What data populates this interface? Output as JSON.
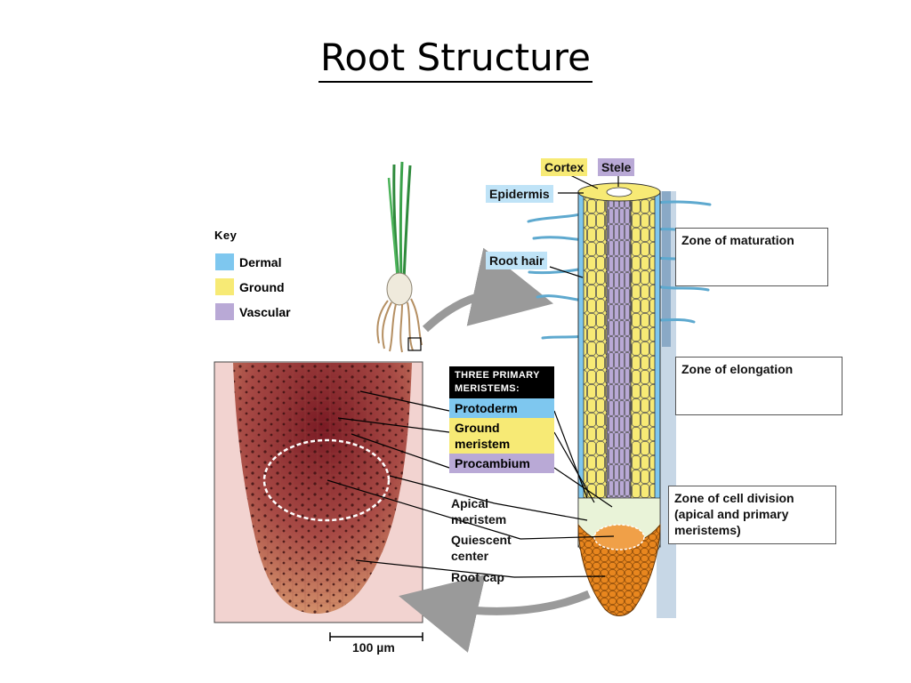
{
  "title": "Root Structure",
  "key": {
    "title": "Key",
    "items": [
      {
        "label": "Dermal",
        "color": "#7ec7ef"
      },
      {
        "label": "Ground",
        "color": "#f7ea75"
      },
      {
        "label": "Vascular",
        "color": "#b9a9d6"
      }
    ]
  },
  "labels": {
    "cortex": "Cortex",
    "stele": "Stele",
    "epidermis": "Epidermis",
    "root_hair": "Root hair",
    "apical_meristem_1": "Apical",
    "apical_meristem_2": "meristem",
    "quiescent_1": "Quiescent",
    "quiescent_2": "center",
    "root_cap": "Root cap",
    "scale_bar": "100 µm"
  },
  "meristems": {
    "heading_1": "Three primary",
    "heading_2": "meristems:",
    "protoderm": "Protoderm",
    "ground_1": "Ground",
    "ground_2": "meristem",
    "procambium": "Procambium"
  },
  "zones": {
    "maturation": "Zone of maturation",
    "elongation": "Zone of elongation",
    "cell_division": "Zone of cell division (apical and primary meristems)"
  },
  "colors": {
    "dermal": "#7ec7ef",
    "ground": "#f7ea75",
    "vascular": "#b9a9d6",
    "root_cap": "#e8861e",
    "micrograph_bg": "#f2d3d0",
    "arrow": "#9a9a9a"
  }
}
